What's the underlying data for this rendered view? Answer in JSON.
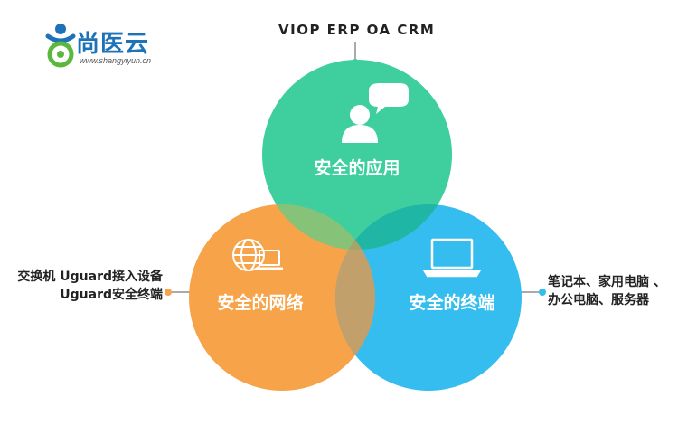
{
  "logo": {
    "name": "尚医云",
    "url": "www.shangyiyun.cn"
  },
  "top_label": "VIOP  ERP  OA  CRM",
  "left_label": {
    "line1": "交换机 Uguard接入设备",
    "line2": "Uguard安全终端"
  },
  "right_label": {
    "line1": "笔记本、家用电脑 、",
    "line2": "办公电脑、服务器"
  },
  "circles": {
    "application": {
      "label": "安全的应用",
      "color": "#3fcf9f"
    },
    "network": {
      "label": "安全的网络",
      "color": "#f7a349"
    },
    "terminal": {
      "label": "安全的终端",
      "color": "#35bdf0"
    }
  },
  "colors": {
    "overlap_app_net": "#86c278",
    "overlap_app_term": "#20b6a6",
    "overlap_net_term": "#c1a06b",
    "connector": "#555555",
    "dot_top": "#3fcf9f",
    "dot_left": "#f7a349",
    "dot_right": "#35bdf0"
  }
}
